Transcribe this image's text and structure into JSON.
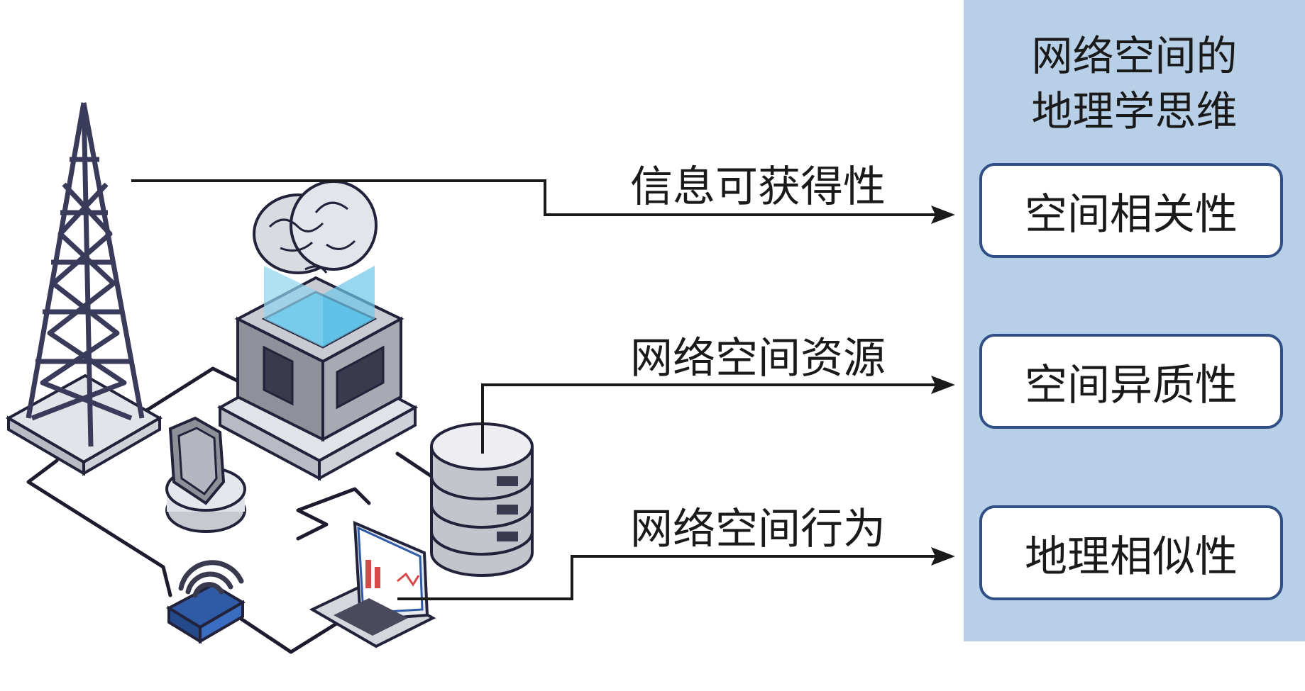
{
  "panel": {
    "title_line1": "网络空间的",
    "title_line2": "地理学思维",
    "boxes": [
      {
        "label": "空间相关性"
      },
      {
        "label": "空间异质性"
      },
      {
        "label": "地理相似性"
      }
    ],
    "background_color": "#b8d0e7",
    "box_border_color": "#2f4f86"
  },
  "flows": [
    {
      "label": "信息可获得性"
    },
    {
      "label": "网络空间资源"
    },
    {
      "label": "网络空间行为"
    }
  ],
  "icons": [
    "radio-tower-icon",
    "brain-icon",
    "server-icon",
    "shield-icon",
    "database-icon",
    "router-wifi-icon",
    "laptop-icon"
  ]
}
